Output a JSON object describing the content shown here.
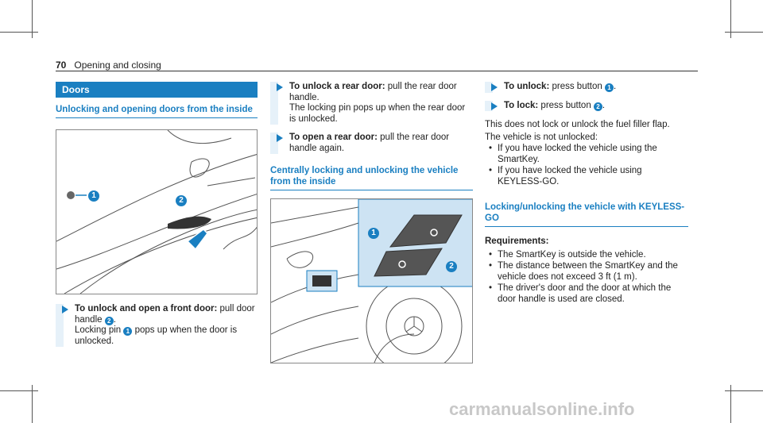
{
  "header": {
    "page_number": "70",
    "chapter": "Opening and closing"
  },
  "col1": {
    "section_title": "Doors",
    "subhead": "Unlocking and opening doors from the inside",
    "step1": {
      "bold": "To unlock and open a front door:",
      "text1": " pull door handle ",
      "marker_b": "2",
      "text2": ".",
      "line2a": "Locking pin ",
      "marker_a": "1",
      "line2b": " pops up when the door is unlocked."
    }
  },
  "col2": {
    "step1": {
      "bold": "To unlock a rear door:",
      "text": " pull the rear door handle.",
      "extra": "The locking pin pops up when the rear door is unlocked."
    },
    "step2": {
      "bold": "To open a rear door:",
      "text": " pull the rear door handle again."
    },
    "subhead": "Centrally locking and unlocking the vehicle from the inside"
  },
  "col3": {
    "step1": {
      "bold": "To unlock:",
      "text": " press button ",
      "marker": "1",
      "end": "."
    },
    "step2": {
      "bold": "To lock:",
      "text": " press button ",
      "marker": "2",
      "end": "."
    },
    "para": "This does not lock or unlock the fuel filler flap.",
    "para2": "The vehicle is not unlocked:",
    "bullets": [
      "If you have locked the vehicle using the SmartKey.",
      "If you have locked the vehicle using KEYLESS-GO."
    ],
    "subhead": "Locking/unlocking the vehicle with KEYLESS-GO",
    "req_title": "Requirements:",
    "req_bullets": [
      "The SmartKey is outside the vehicle.",
      "The distance between the SmartKey and the vehicle does not exceed 3 ft (1 m).",
      "The driver's door and the door at which the door handle is used are closed."
    ]
  },
  "figure1": {
    "callout_1": "1",
    "callout_2": "2"
  },
  "figure2": {
    "callout_1": "1",
    "callout_2": "2"
  },
  "watermark": "carmanualsonline.info",
  "colors": {
    "accent": "#1a7fc1"
  }
}
